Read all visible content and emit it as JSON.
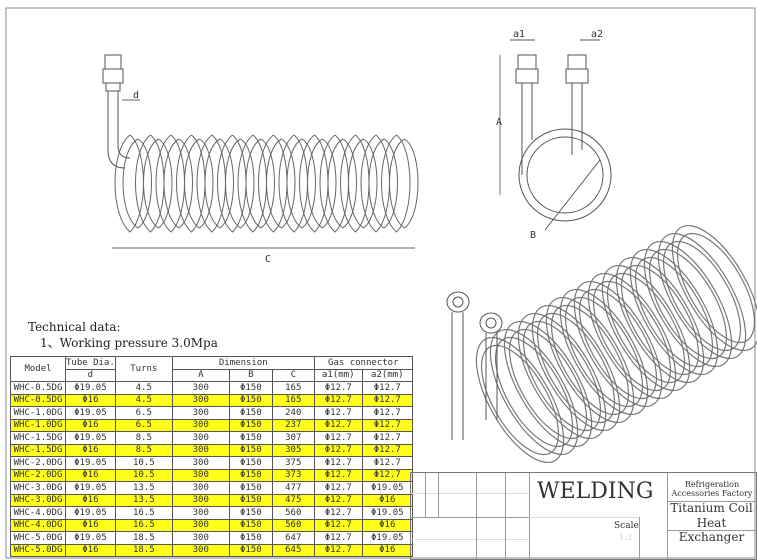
{
  "drawing": {
    "labels": {
      "d": "d",
      "C": "C",
      "A": "A",
      "B": "B",
      "a1": "a1",
      "a2": "a2"
    }
  },
  "technical": {
    "title": "Technical data:",
    "pressure": "1、Working pressure 3.0Mpa"
  },
  "table": {
    "headers": {
      "model": "Model",
      "tube": "Tube Dia.",
      "tube_sub": "d",
      "turns": "Turns",
      "dimension": "Dimension",
      "A": "A",
      "B": "B",
      "C": "C",
      "gas": "Gas connector",
      "a1": "a1(mm)",
      "a2": "a2(mm)"
    },
    "rows": [
      [
        "WHC-0.5DG",
        "Φ19.05",
        "4.5",
        "300",
        "Φ150",
        "165",
        "Φ12.7",
        "Φ12.7"
      ],
      [
        "WHC-0.5DG",
        "Φ16",
        "4.5",
        "300",
        "Φ150",
        "165",
        "Φ12.7",
        "Φ12.7"
      ],
      [
        "WHC-1.0DG",
        "Φ19.05",
        "6.5",
        "300",
        "Φ150",
        "240",
        "Φ12.7",
        "Φ12.7"
      ],
      [
        "WHC-1.0DG",
        "Φ16",
        "6.5",
        "300",
        "Φ150",
        "237",
        "Φ12.7",
        "Φ12.7"
      ],
      [
        "WHC-1.5DG",
        "Φ19.05",
        "8.5",
        "300",
        "Φ150",
        "307",
        "Φ12.7",
        "Φ12.7"
      ],
      [
        "WHC-1.5DG",
        "Φ16",
        "8.5",
        "300",
        "Φ150",
        "305",
        "Φ12.7",
        "Φ12.7"
      ],
      [
        "WHC-2.0DG",
        "Φ19.05",
        "10.5",
        "300",
        "Φ150",
        "375",
        "Φ12.7",
        "Φ12.7"
      ],
      [
        "WHC-2.0DG",
        "Φ16",
        "10.5",
        "300",
        "Φ150",
        "373",
        "Φ12.7",
        "Φ12.7"
      ],
      [
        "WHC-3.0DG",
        "Φ19.05",
        "13.5",
        "300",
        "Φ150",
        "477",
        "Φ12.7",
        "Φ19.05"
      ],
      [
        "WHC-3.0DG",
        "Φ16",
        "13.5",
        "300",
        "Φ150",
        "475",
        "Φ12.7",
        "Φ16"
      ],
      [
        "WHC-4.0DG",
        "Φ19.05",
        "16.5",
        "300",
        "Φ150",
        "560",
        "Φ12.7",
        "Φ19.05"
      ],
      [
        "WHC-4.0DG",
        "Φ16",
        "16.5",
        "300",
        "Φ150",
        "560",
        "Φ12.7",
        "Φ16"
      ],
      [
        "WHC-5.0DG",
        "Φ19.05",
        "18.5",
        "300",
        "Φ150",
        "647",
        "Φ12.7",
        "Φ19.05"
      ],
      [
        "WHC-5.0DG",
        "Φ16",
        "18.5",
        "300",
        "Φ150",
        "645",
        "Φ12.7",
        "Φ16"
      ]
    ],
    "highlight_color": "#ffff1a"
  },
  "title_block": {
    "brand": "WELDING",
    "company": "Refrigeration Accessories Factory",
    "product_line1": "Titanium Coil",
    "product_line2": "Heat Exchanger",
    "scale_label": "Scale",
    "scale_value": "1:3"
  }
}
